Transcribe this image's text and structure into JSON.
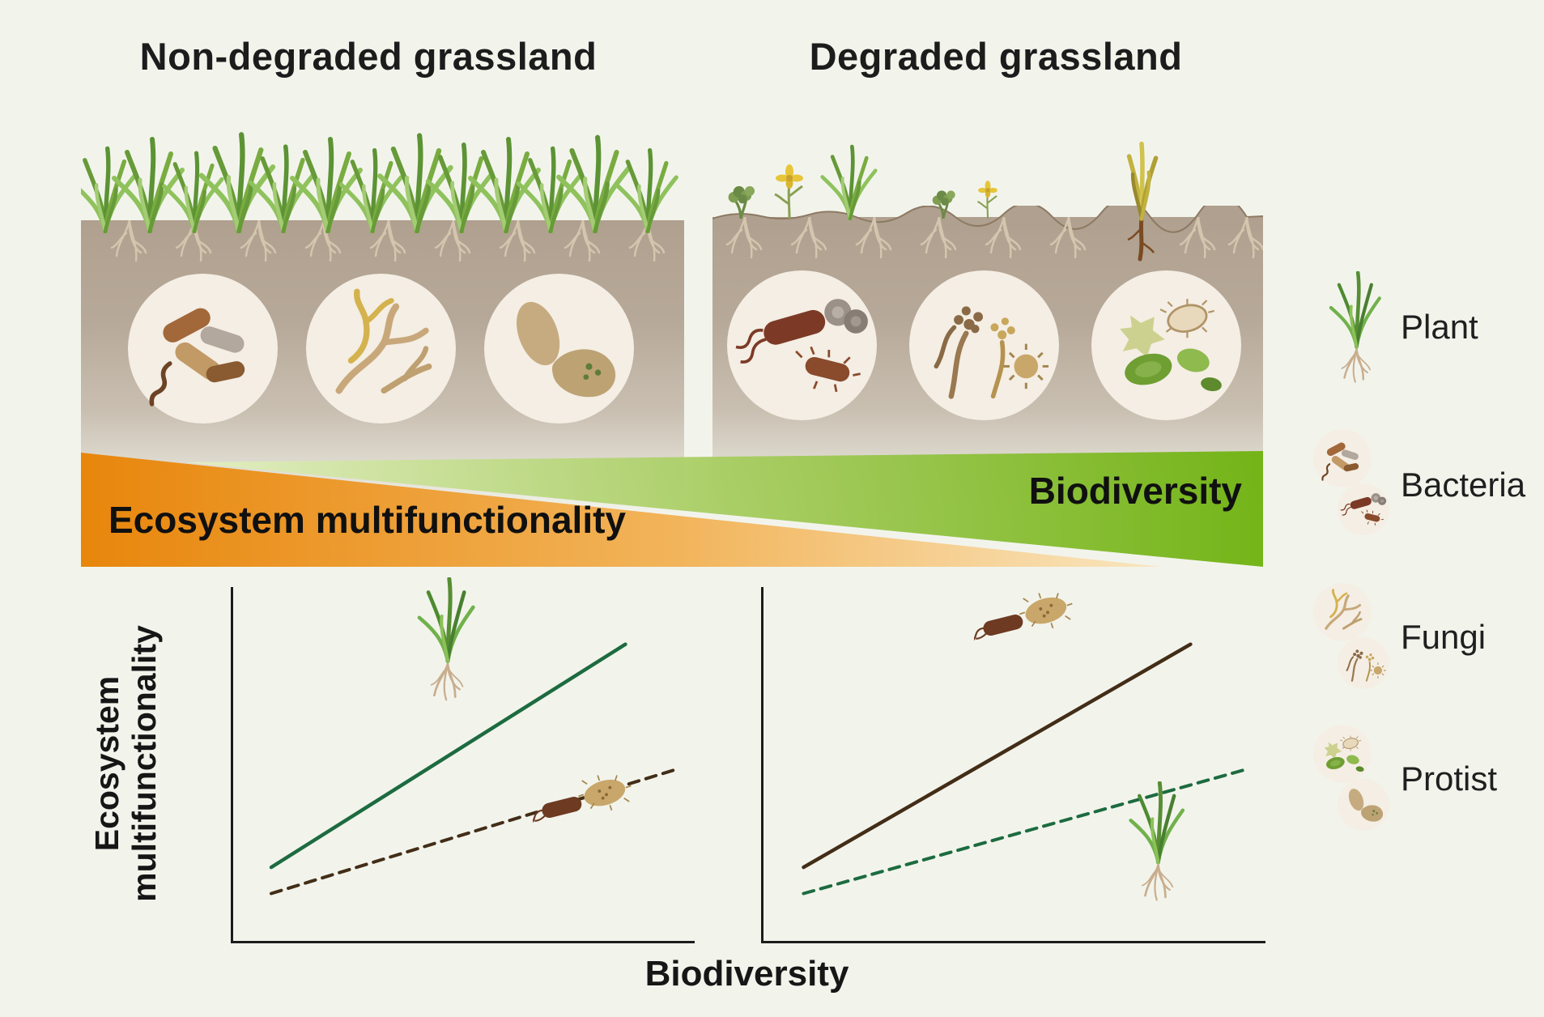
{
  "figure": {
    "background": "#f2f4ec",
    "left_panel_title": "Non-degraded grassland",
    "right_panel_title": "Degraded grassland"
  },
  "wedge": {
    "left_label": "Ecosystem multifunctionality",
    "right_label": "Biodiversity",
    "orange_color": "#e8860c",
    "green_color": "#6fb210"
  },
  "axes": {
    "y_label_line1": "Ecosystem",
    "y_label_line2": "multifunctionality",
    "x_label": "Biodiversity"
  },
  "legend": {
    "items": [
      {
        "label": "Plant",
        "icon": "plant-icon"
      },
      {
        "label": "Bacteria",
        "icon": "bacteria-icon"
      },
      {
        "label": "Fungi",
        "icon": "fungi-icon"
      },
      {
        "label": "Protist",
        "icon": "protist-icon"
      }
    ]
  },
  "chart_data": [
    {
      "type": "line",
      "panel": "non-degraded",
      "xlabel": "Biodiversity",
      "ylabel": "Ecosystem multifunctionality",
      "x_range": [
        0,
        1
      ],
      "y_range": [
        0,
        1
      ],
      "grid": false,
      "series": [
        {
          "name": "plant-diversity-effect",
          "marker_icon": "plant-icon",
          "style": "solid",
          "color": "#1d6b40",
          "x": [
            0.05,
            0.86
          ],
          "y": [
            0.18,
            0.86
          ]
        },
        {
          "name": "soil-microbe-diversity-effect",
          "marker_icon": "microbes-icon",
          "style": "dashed",
          "color": "#432d17",
          "x": [
            0.05,
            0.98
          ],
          "y": [
            0.1,
            0.48
          ]
        }
      ]
    },
    {
      "type": "line",
      "panel": "degraded",
      "xlabel": "Biodiversity",
      "ylabel": "Ecosystem multifunctionality",
      "x_range": [
        0,
        1
      ],
      "y_range": [
        0,
        1
      ],
      "grid": false,
      "series": [
        {
          "name": "soil-microbe-diversity-effect",
          "marker_icon": "microbes-icon",
          "style": "solid",
          "color": "#432d17",
          "x": [
            0.05,
            0.86
          ],
          "y": [
            0.18,
            0.86
          ]
        },
        {
          "name": "plant-diversity-effect",
          "marker_icon": "plant-icon",
          "style": "dashed",
          "color": "#1d6b40",
          "x": [
            0.05,
            0.98
          ],
          "y": [
            0.1,
            0.48
          ]
        }
      ]
    }
  ]
}
